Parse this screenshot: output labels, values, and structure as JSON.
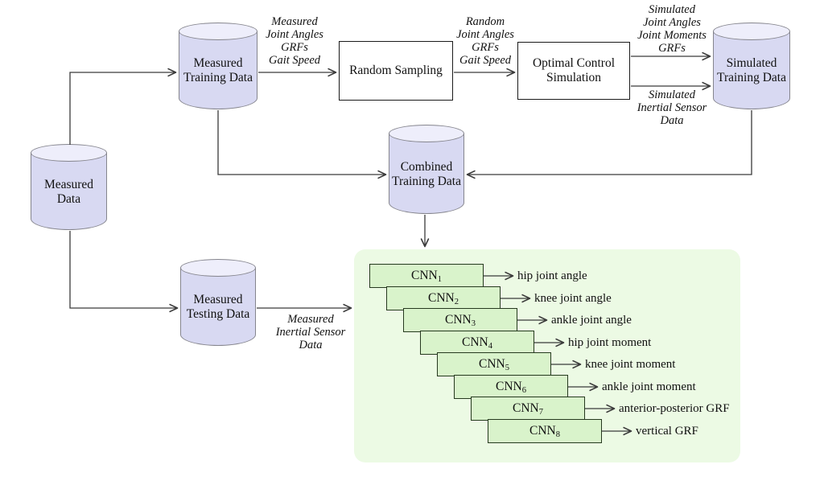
{
  "diagram": {
    "cylinders": {
      "measured_data": {
        "label": "Measured\nData"
      },
      "measured_training": {
        "label": "Measured\nTraining Data"
      },
      "simulated_training": {
        "label": "Simulated\nTraining Data"
      },
      "combined_training": {
        "label": "Combined\nTraining Data"
      },
      "measured_testing": {
        "label": "Measured\nTesting Data"
      }
    },
    "processes": {
      "random_sampling": {
        "label": "Random Sampling"
      },
      "optimal_control": {
        "label": "Optimal Control\nSimulation"
      }
    },
    "flow_labels": {
      "measured_inputs": "Measured\nJoint Angles\nGRFs\nGait Speed",
      "random_inputs": "Random\nJoint Angles\nGRFs\nGait Speed",
      "simulated_outputs": "Simulated\nJoint Angles\nJoint Moments\nGRFs",
      "simulated_imu": "Simulated\nInertial Sensor\nData",
      "measured_imu": "Measured\nInertial Sensor\nData"
    },
    "cnns": [
      {
        "name": "CNN",
        "sub": "1",
        "output": "hip joint angle"
      },
      {
        "name": "CNN",
        "sub": "2",
        "output": "knee joint angle"
      },
      {
        "name": "CNN",
        "sub": "3",
        "output": "ankle joint angle"
      },
      {
        "name": "CNN",
        "sub": "4",
        "output": "hip joint moment"
      },
      {
        "name": "CNN",
        "sub": "5",
        "output": "knee joint moment"
      },
      {
        "name": "CNN",
        "sub": "6",
        "output": "ankle joint moment"
      },
      {
        "name": "CNN",
        "sub": "7",
        "output": "anterior-posterior GRF"
      },
      {
        "name": "CNN",
        "sub": "8",
        "output": "vertical GRF"
      }
    ],
    "colors": {
      "cyl_fill": "#d8d9f2",
      "cyl_top": "#eeeefb",
      "cyl_border": "#85858d",
      "panel_fill": "#ecfae4",
      "cnn_fill": "#d9f3cb",
      "cnn_border": "#26391f",
      "box_border": "#1a1a1a",
      "line": "#3a3a3a"
    }
  }
}
